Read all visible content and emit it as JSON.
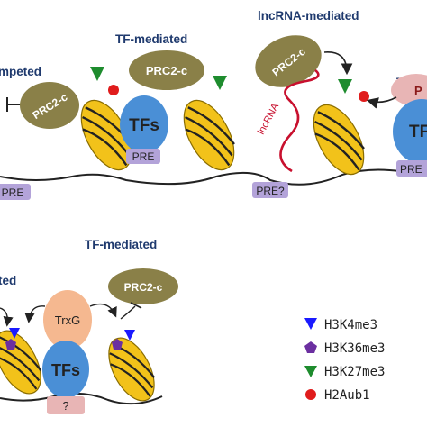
{
  "top_panel": {
    "label_competed": "mpeted",
    "label_tf_mediated": "TF-mediated",
    "label_lncrna_mediated": "lncRNA-mediated",
    "label_tf_right": "TF-",
    "prc2_left": "PRC2-c",
    "prc2_center": "PRC2-c",
    "prc2_lnc": "PRC2-c",
    "prc2_right": "P",
    "tfs_center": "TFs",
    "tfs_right": "TF",
    "lncrna": "lncRNA",
    "pre_left": "PRE",
    "pre_center": "PRE",
    "pre_question": "PRE?",
    "pre_right": "PRE"
  },
  "bottom_panel": {
    "label_left": "ted",
    "label_tf_mediated": "TF-mediated",
    "trxg": "TrxG",
    "tfs": "TFs",
    "prc2": "PRC2-c",
    "question": "?"
  },
  "legend": {
    "items": [
      {
        "label": "H3K4me3",
        "shape": "down-triangle",
        "color": "#1a1aff"
      },
      {
        "label": "H3K36me3",
        "shape": "pentagon",
        "color": "#6b2fa0"
      },
      {
        "label": "H3K27me3",
        "shape": "down-triangle",
        "color": "#1e8c2e"
      },
      {
        "label": "H2Aub1",
        "shape": "circle",
        "color": "#e01c1c"
      }
    ]
  },
  "colors": {
    "nucleosome": "#f2c21a",
    "prc2": "#8a8048",
    "tfs": "#4a8fd6",
    "trxg": "#f5b890",
    "pre_box": "#b3a3d9",
    "question_box": "#e8b5b5",
    "lncrna": "#c8102e",
    "title": "#1f3a6e"
  }
}
